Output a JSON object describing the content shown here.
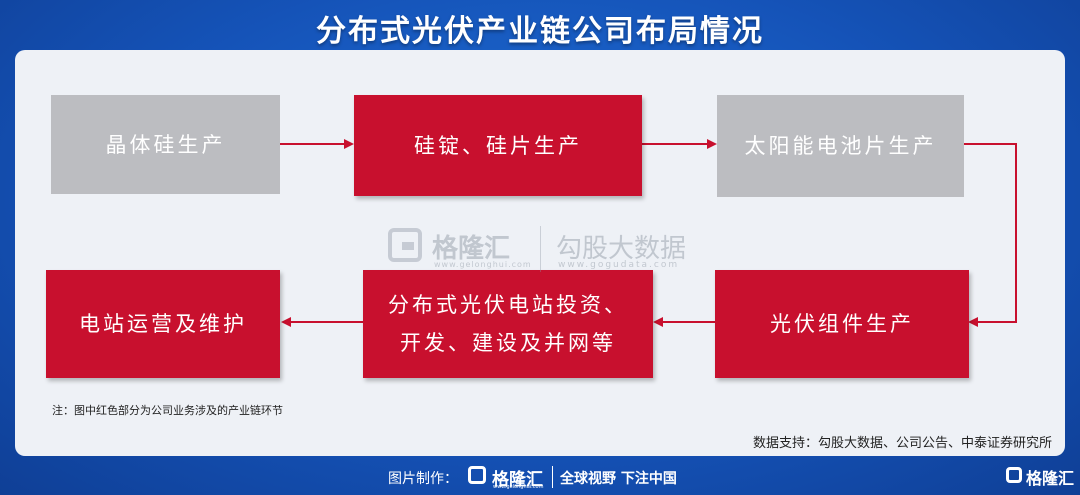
{
  "title": "分布式光伏产业链公司布局情况",
  "nodes": {
    "n1": "晶体硅生产",
    "n2": "硅锭、硅片生产",
    "n3": "太阳能电池片生产",
    "n4": "光伏组件生产",
    "n5_line1": "分布式光伏电站投资、",
    "n5_line2": "开发、建设及并网等",
    "n6": "电站运营及维护"
  },
  "note": "注：图中红色部分为公司业务涉及的产业链环节",
  "source": "数据支持：勾股大数据、公司公告、中泰证券研究所",
  "watermark": {
    "brand": "格隆汇",
    "brand_sub": "www.gelonghui.com",
    "brand2": "勾股大数据",
    "brand2_sub": "www.gogudata.com"
  },
  "footer": {
    "label": "图片制作：",
    "brand": "格隆汇",
    "brand_sub": "www.gelonghui.com",
    "slogan": "全球视野 下注中国",
    "corner_brand": "格隆汇"
  },
  "colors": {
    "background": "#1553b8",
    "panel": "#eef1f6",
    "highlight_red": "#c8102e",
    "inactive_gray": "#bcbdc1"
  }
}
